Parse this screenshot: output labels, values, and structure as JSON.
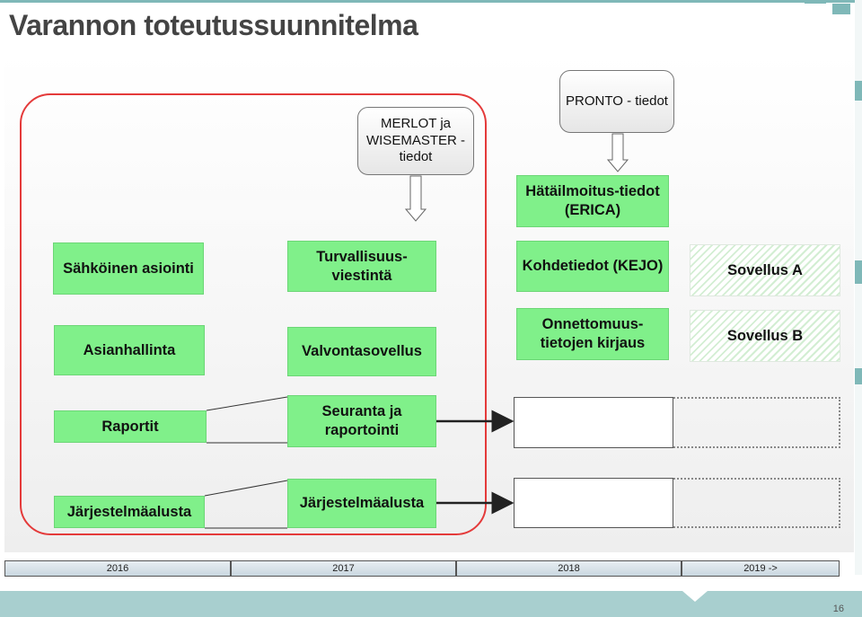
{
  "title": "Varannon toteutussuunnitelma",
  "callouts": {
    "merlot": "MERLOT ja WISEMASTER - tiedot",
    "pronto": "PRONTO - tiedot"
  },
  "boxes": {
    "sahkoinen": "Sähköinen asiointi",
    "asianhallinta": "Asianhallinta",
    "raportit": "Raportit",
    "jarjestelma_left": "Järjestelmäalusta",
    "turvallisuus": "Turvallisuus-viestintä",
    "valvonta": "Valvontasovellus",
    "seuranta": "Seuranta ja raportointi",
    "jarjestelma_mid": "Järjestelmäalusta",
    "hatailmoitus": "Hätäilmoitus-tiedot (ERICA)",
    "kohdetiedot": "Kohdetiedot (KEJO)",
    "onnettomuus": "Onnettomuus-tietojen kirjaus",
    "sovellus_a": "Sovellus A",
    "sovellus_b": "Sovellus B"
  },
  "timeline": [
    "2016",
    "2017",
    "2018",
    "2019 ->"
  ],
  "page_number": "16",
  "colors": {
    "box_green": "#80f08a",
    "frame_red": "#e43a3a",
    "accent_teal": "#7fb8b8"
  }
}
